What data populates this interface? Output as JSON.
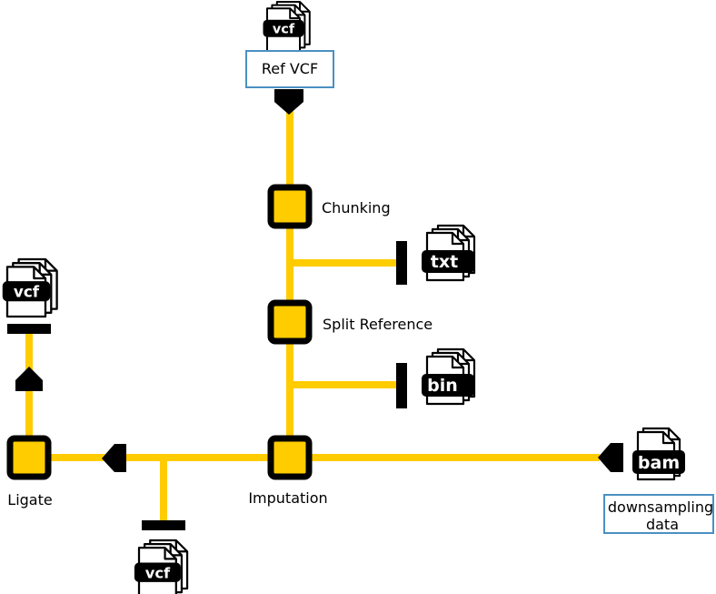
{
  "colors": {
    "line": "#ffcc00",
    "node_fill": "#ffcc00",
    "node_border": "#000000",
    "io_box_border": "#4a90c2",
    "ink": "#000000"
  },
  "inputs": {
    "ref_vcf": {
      "label": "Ref VCF",
      "file_type": "vcf",
      "icon": "file-stack-icon"
    },
    "downsampling": {
      "label_line1": "downsampling",
      "label_line2": "data",
      "file_type": "bam",
      "icon": "file-icon"
    }
  },
  "nodes": {
    "chunking": {
      "label": "Chunking"
    },
    "split_reference": {
      "label": "Split Reference"
    },
    "imputation": {
      "label": "Imputation"
    },
    "ligate": {
      "label": "Ligate"
    }
  },
  "outputs": {
    "chunks": {
      "file_type": "txt",
      "icon": "file-stack-icon"
    },
    "split_bin": {
      "file_type": "bin",
      "icon": "file-stack-icon"
    },
    "imputed_vcf": {
      "file_type": "vcf",
      "icon": "file-stack-icon"
    },
    "ligated_vcf": {
      "file_type": "vcf",
      "icon": "file-stack-icon"
    }
  }
}
